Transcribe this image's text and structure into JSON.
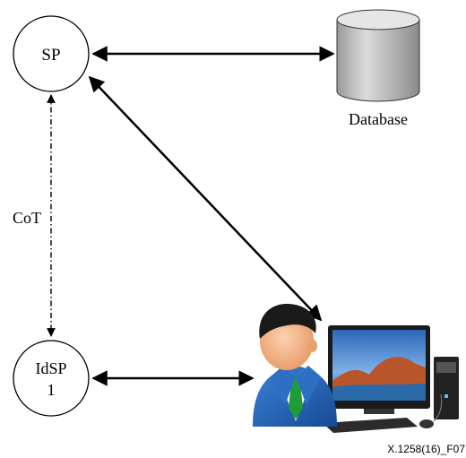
{
  "nodes": {
    "sp": "SP",
    "idsp_line1": "IdSP",
    "idsp_line2": "1",
    "database": "Database"
  },
  "edges": {
    "cot_label": "CoT"
  },
  "figure_id": "X.1258(16)_F07",
  "colors": {
    "line": "#000000",
    "db_body": "#c8c8c8",
    "screen_sky": "#3a6fb8",
    "suit": "#1f5fb0",
    "tie": "#1f9b3a",
    "skin": "#f4b58a"
  }
}
